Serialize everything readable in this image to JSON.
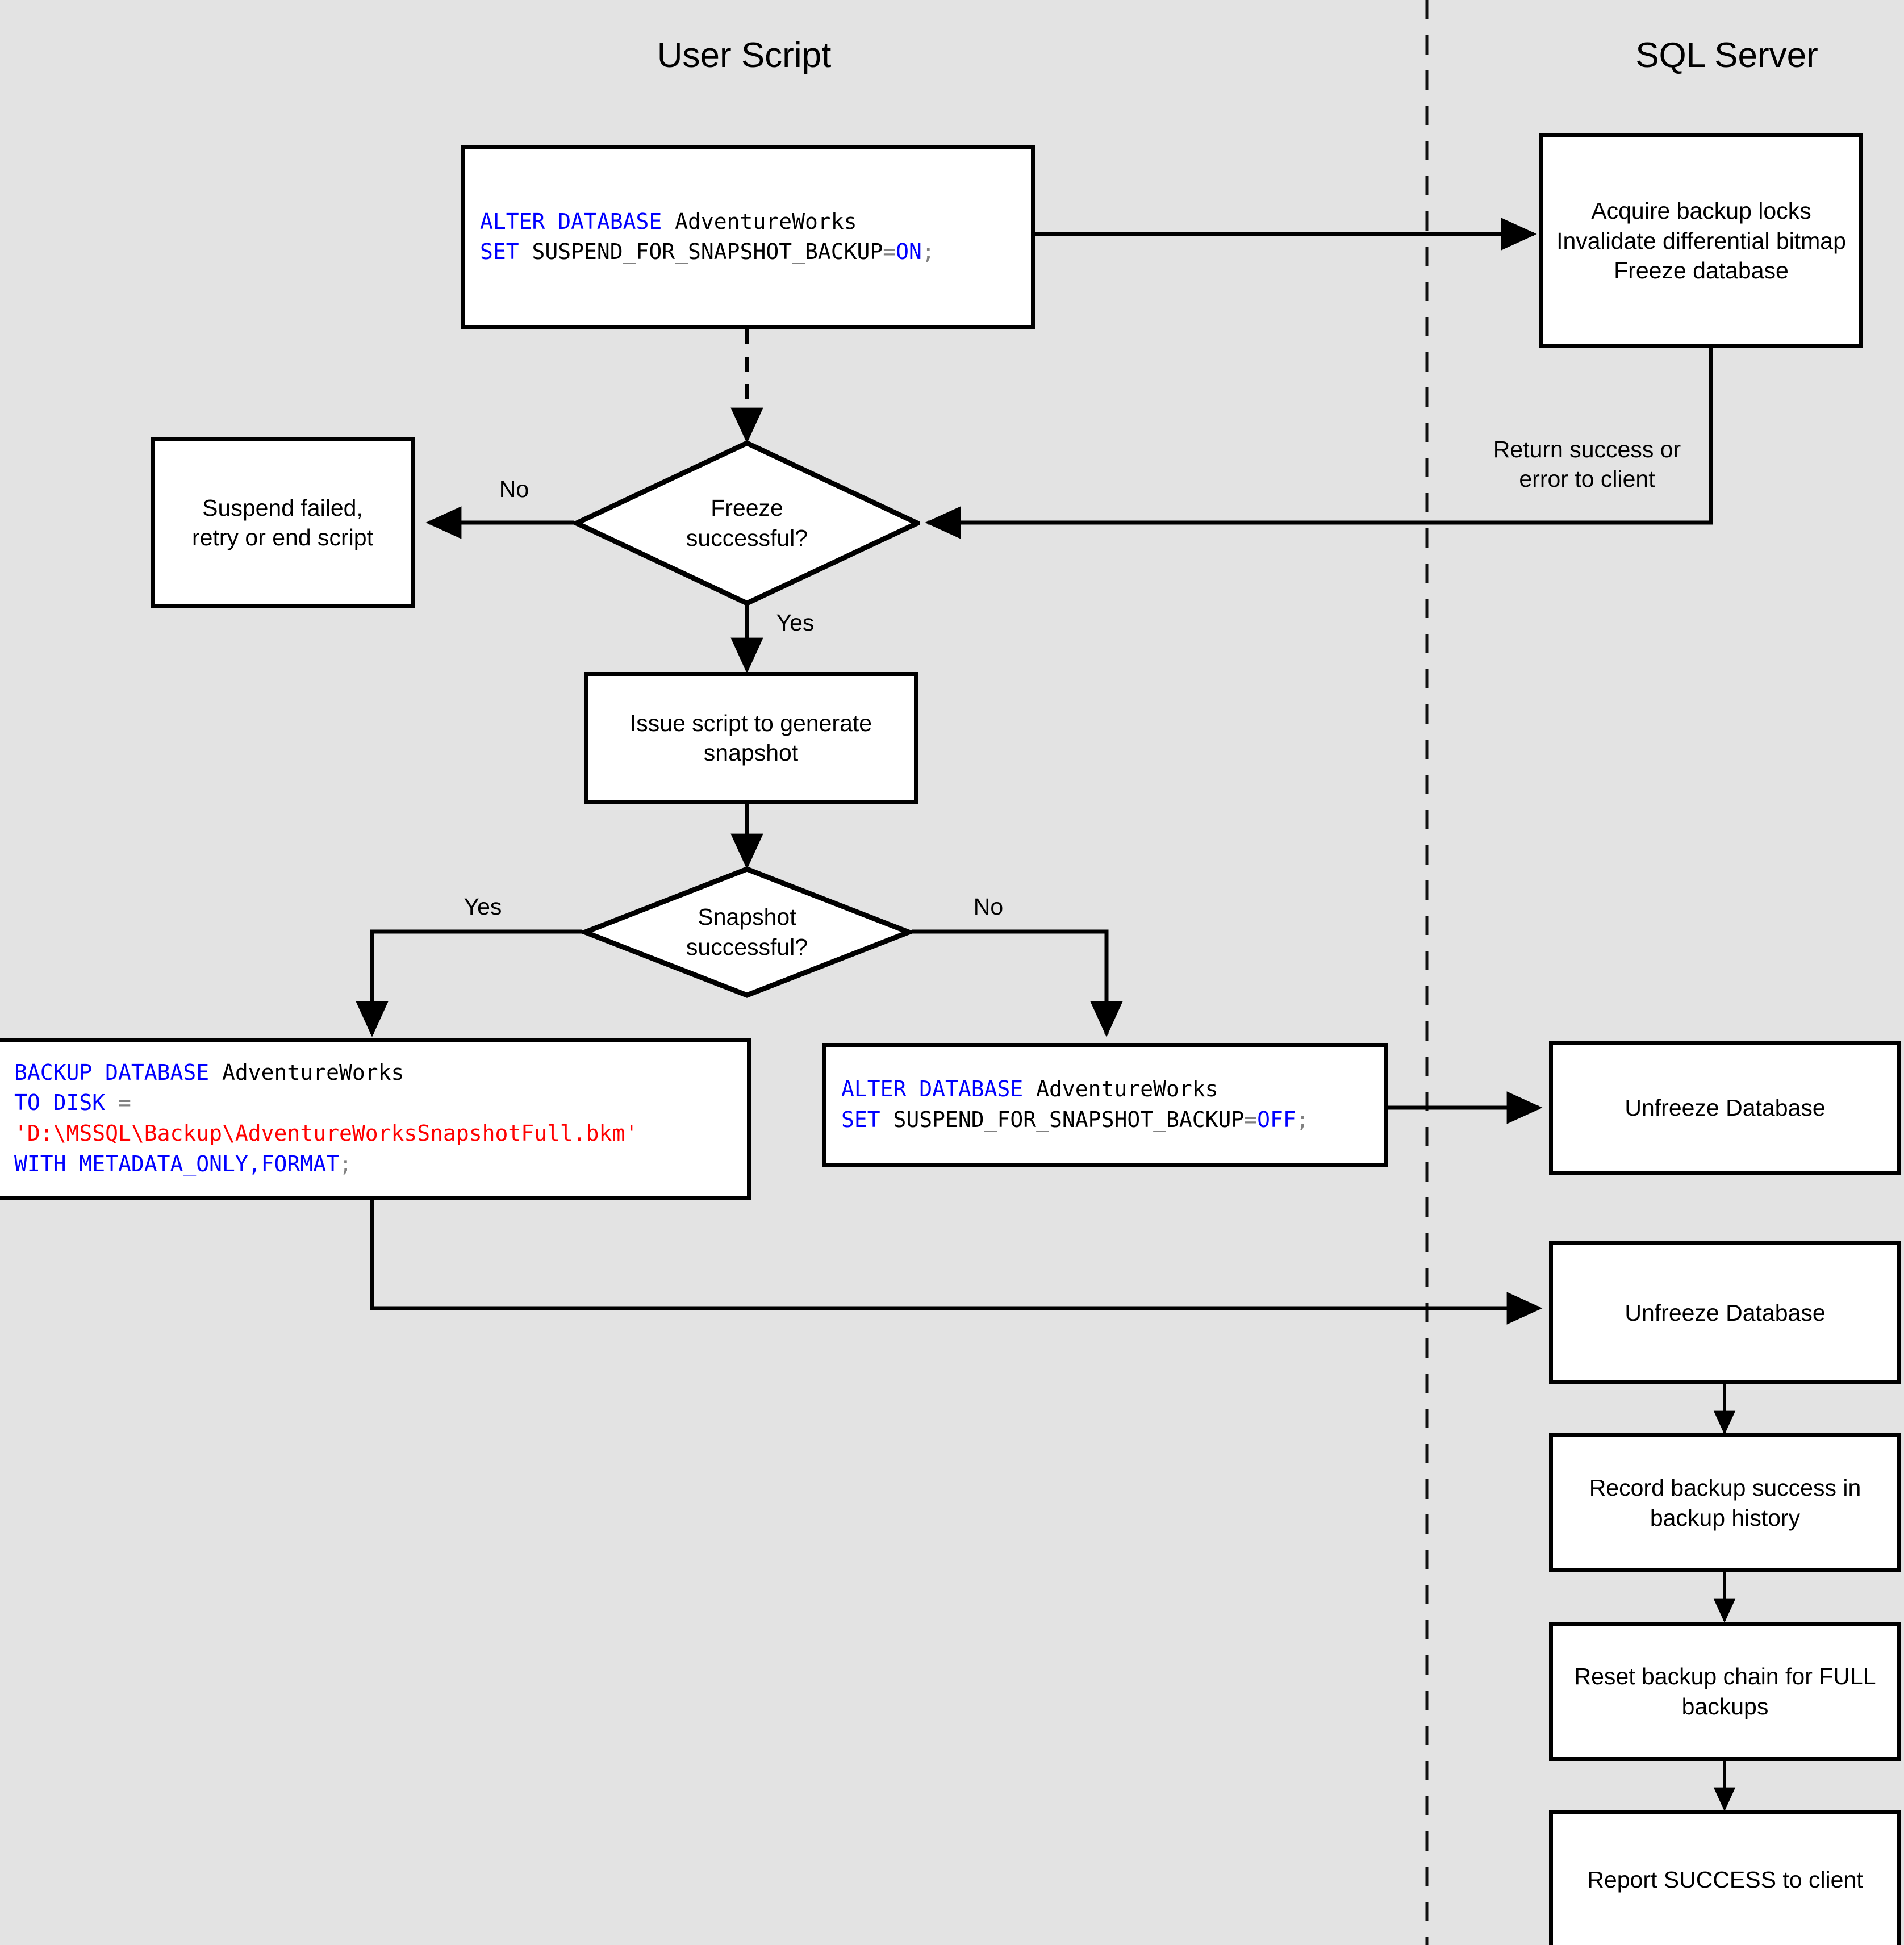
{
  "diagram": {
    "title": "SQL Server snapshot backup flow",
    "background_color": "#e3e3e3",
    "node_fill": "#ffffff",
    "stroke_color": "#000000",
    "keyword_color": "#0000ff",
    "literal_color": "#ff0000",
    "operator_color": "#808080"
  },
  "lanes": [
    {
      "id": "user-script",
      "title": "User Script"
    },
    {
      "id": "sql-server",
      "title": "SQL Server"
    }
  ],
  "nodes": {
    "alter_on": {
      "type": "code",
      "lines": [
        [
          {
            "t": "ALTER DATABASE ",
            "c": "kw"
          },
          {
            "t": "AdventureWorks",
            "c": "pl"
          }
        ],
        [
          {
            "t": "SET ",
            "c": "kw"
          },
          {
            "t": "SUSPEND_FOR_SNAPSHOT_BACKUP",
            "c": "pl"
          },
          {
            "t": "=",
            "c": "op"
          },
          {
            "t": "ON",
            "c": "kw"
          },
          {
            "t": ";",
            "c": "op"
          }
        ]
      ],
      "plain": "ALTER DATABASE AdventureWorks SET SUSPEND_FOR_SNAPSHOT_BACKUP=ON;"
    },
    "acquire_locks": {
      "type": "process",
      "label": "Acquire backup locks\nInvalidate differential bitmap\nFreeze database"
    },
    "suspend_failed": {
      "type": "process",
      "label": "Suspend failed,\nretry or end script"
    },
    "freeze_successful": {
      "type": "decision",
      "label": "Freeze\nsuccessful?"
    },
    "issue_script": {
      "type": "process",
      "label": "Issue script to generate\nsnapshot"
    },
    "snapshot_successful": {
      "type": "decision",
      "label": "Snapshot\nsuccessful?"
    },
    "backup_database": {
      "type": "code",
      "lines": [
        [
          {
            "t": "BACKUP DATABASE ",
            "c": "kw"
          },
          {
            "t": "AdventureWorks",
            "c": "pl"
          }
        ],
        [
          {
            "t": "TO DISK ",
            "c": "kw"
          },
          {
            "t": "=",
            "c": "op"
          }
        ],
        [
          {
            "t": "'D:\\MSSQL\\Backup\\AdventureWorksSnapshotFull.bkm'",
            "c": "lit"
          }
        ],
        [
          {
            "t": "WITH METADATA_ONLY,FORMAT",
            "c": "kw"
          },
          {
            "t": ";",
            "c": "op"
          }
        ]
      ],
      "plain": "BACKUP DATABASE AdventureWorks TO DISK = 'D:\\MSSQL\\Backup\\AdventureWorksSnapshotFull.bkm' WITH METADATA_ONLY,FORMAT;"
    },
    "alter_off": {
      "type": "code",
      "lines": [
        [
          {
            "t": "ALTER DATABASE ",
            "c": "kw"
          },
          {
            "t": "AdventureWorks",
            "c": "pl"
          }
        ],
        [
          {
            "t": "SET ",
            "c": "kw"
          },
          {
            "t": "SUSPEND_FOR_SNAPSHOT_BACKUP",
            "c": "pl"
          },
          {
            "t": "=",
            "c": "op"
          },
          {
            "t": "OFF",
            "c": "kw"
          },
          {
            "t": ";",
            "c": "op"
          }
        ]
      ],
      "plain": "ALTER DATABASE AdventureWorks SET SUSPEND_FOR_SNAPSHOT_BACKUP=OFF;"
    },
    "unfreeze_1": {
      "type": "process",
      "label": "Unfreeze Database"
    },
    "unfreeze_2": {
      "type": "process",
      "label": "Unfreeze Database"
    },
    "record_success": {
      "type": "process",
      "label": "Record backup success in\nbackup history"
    },
    "reset_chain": {
      "type": "process",
      "label": "Reset backup chain for FULL\nbackups"
    },
    "report_success": {
      "type": "process",
      "label": "Report SUCCESS to client"
    }
  },
  "edge_labels": {
    "return_to_client": "Return success or\nerror to client",
    "freeze_no": "No",
    "freeze_yes": "Yes",
    "snapshot_yes": "Yes",
    "snapshot_no": "No"
  },
  "edges": [
    {
      "from": "alter_on",
      "to": "acquire_locks",
      "style": "solid"
    },
    {
      "from": "alter_on",
      "to": "freeze_successful",
      "style": "dashed"
    },
    {
      "from": "acquire_locks",
      "to": "freeze_successful",
      "style": "solid",
      "label": "Return success or error to client"
    },
    {
      "from": "freeze_successful",
      "to": "suspend_failed",
      "style": "solid",
      "label": "No"
    },
    {
      "from": "freeze_successful",
      "to": "issue_script",
      "style": "solid",
      "label": "Yes"
    },
    {
      "from": "issue_script",
      "to": "snapshot_successful",
      "style": "solid"
    },
    {
      "from": "snapshot_successful",
      "to": "backup_database",
      "style": "solid",
      "label": "Yes"
    },
    {
      "from": "snapshot_successful",
      "to": "alter_off",
      "style": "solid",
      "label": "No"
    },
    {
      "from": "alter_off",
      "to": "unfreeze_1",
      "style": "solid"
    },
    {
      "from": "backup_database",
      "to": "unfreeze_2",
      "style": "solid"
    },
    {
      "from": "unfreeze_2",
      "to": "record_success",
      "style": "solid"
    },
    {
      "from": "record_success",
      "to": "reset_chain",
      "style": "solid"
    },
    {
      "from": "reset_chain",
      "to": "report_success",
      "style": "solid"
    }
  ]
}
